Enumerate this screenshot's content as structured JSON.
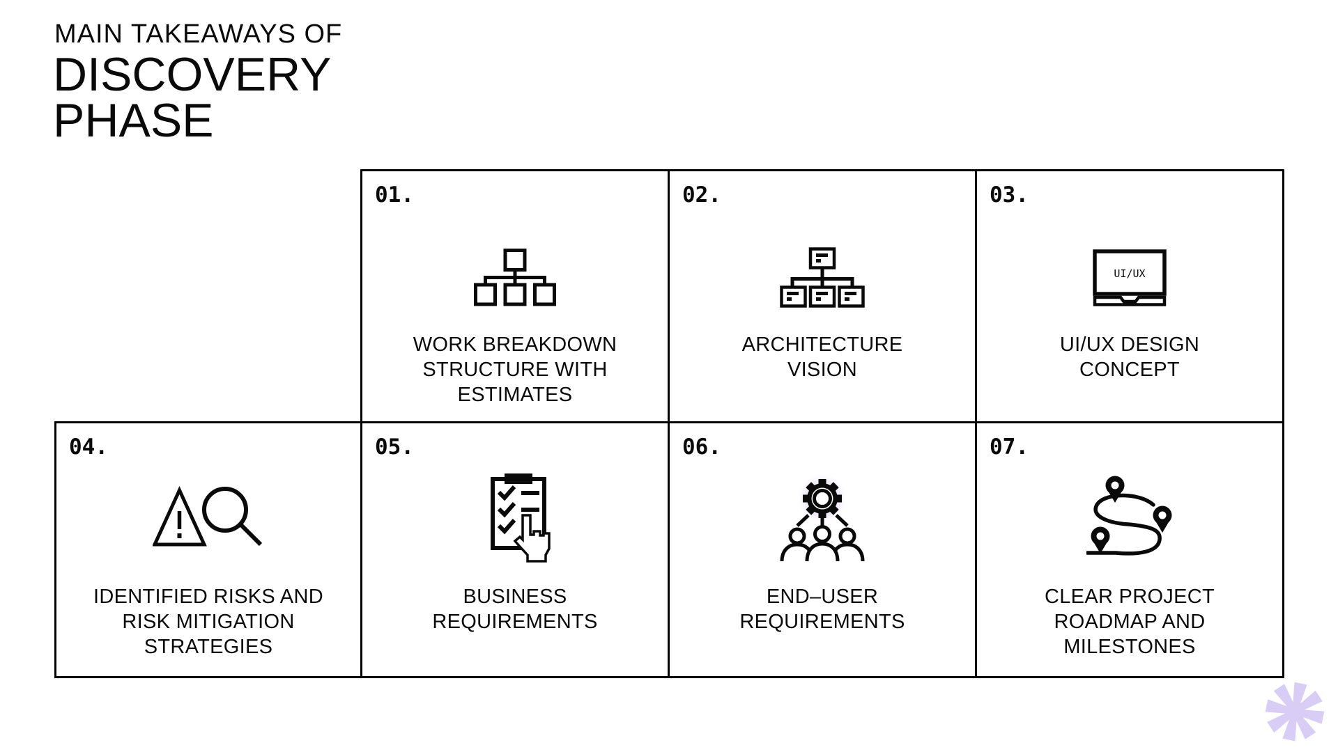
{
  "title": {
    "eyebrow": "MAIN TAKEAWAYS OF",
    "heading_line1": "DISCOVERY",
    "heading_line2": "PHASE"
  },
  "colors": {
    "ink": "#0a0a0a",
    "accent_purple": "#d9cdf6",
    "gear_glow": "#e9e1fa"
  },
  "cells": [
    {
      "number": "01.",
      "icon": "org-chart-icon",
      "label_lines": [
        "WORK BREAKDOWN",
        "STRUCTURE WITH",
        "ESTIMATES"
      ]
    },
    {
      "number": "02.",
      "icon": "architecture-diagram-icon",
      "label_lines": [
        "ARCHITECTURE",
        "VISION"
      ]
    },
    {
      "number": "03.",
      "icon": "laptop-uiux-icon",
      "icon_label": "UI/UX",
      "label_lines": [
        "UI/UX DESIGN",
        "CONCEPT"
      ]
    },
    {
      "number": "04.",
      "icon": "risk-warning-magnifier-icon",
      "label_lines": [
        "IDENTIFIED RISKS AND",
        "RISK MITIGATION",
        "STRATEGIES"
      ]
    },
    {
      "number": "05.",
      "icon": "checklist-cursor-icon",
      "label_lines": [
        "BUSINESS",
        "REQUIREMENTS"
      ]
    },
    {
      "number": "06.",
      "icon": "gear-users-icon",
      "label_lines": [
        "END–USER",
        "REQUIREMENTS"
      ]
    },
    {
      "number": "07.",
      "icon": "roadmap-pins-icon",
      "label_lines": [
        "CLEAR PROJECT",
        "ROADMAP AND",
        "MILESTONES"
      ]
    }
  ]
}
